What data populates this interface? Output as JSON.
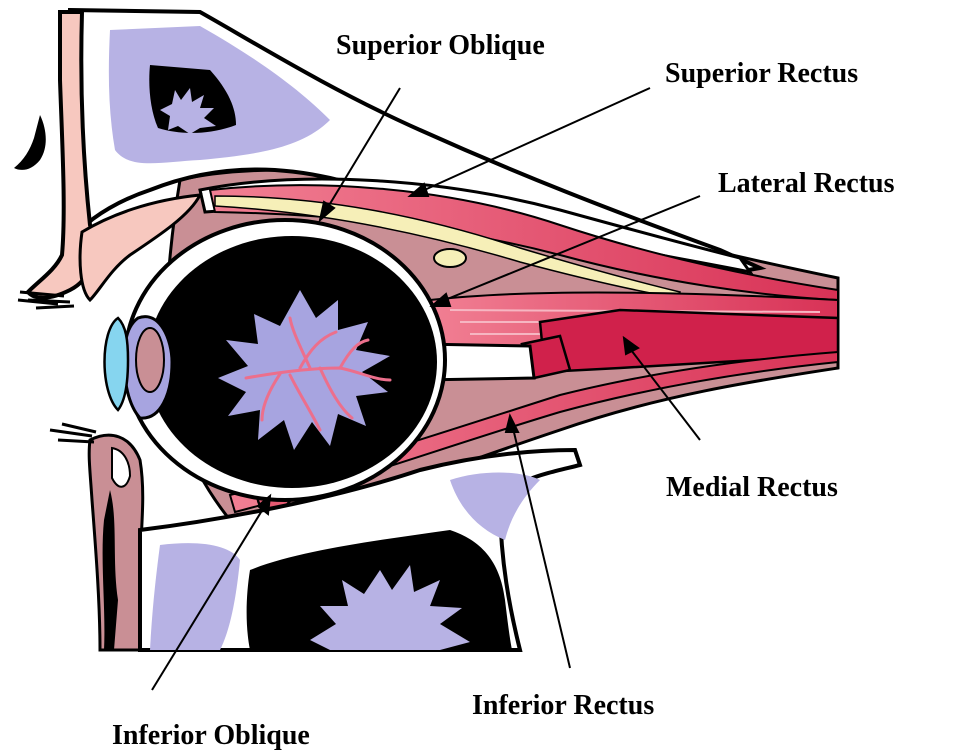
{
  "diagram": {
    "labels": {
      "superior_oblique": "Superior Oblique",
      "superior_rectus": "Superior Rectus",
      "lateral_rectus": "Lateral Rectus",
      "medial_rectus": "Medial Rectus",
      "inferior_rectus": "Inferior Rectus",
      "inferior_oblique": "Inferior Oblique"
    },
    "colors": {
      "outline": "#000000",
      "skin": "#f7c8bf",
      "tissue": "#c98f95",
      "bone": "#ffffff",
      "marrow": "#b7b2e4",
      "muscle": "#e65a72",
      "muscle_dark": "#d0214b",
      "cornea": "#86d5ef",
      "iris": "#a7a4e0",
      "retina_vessels": "#ec6f8c",
      "tendon": "#f6efb8"
    }
  }
}
